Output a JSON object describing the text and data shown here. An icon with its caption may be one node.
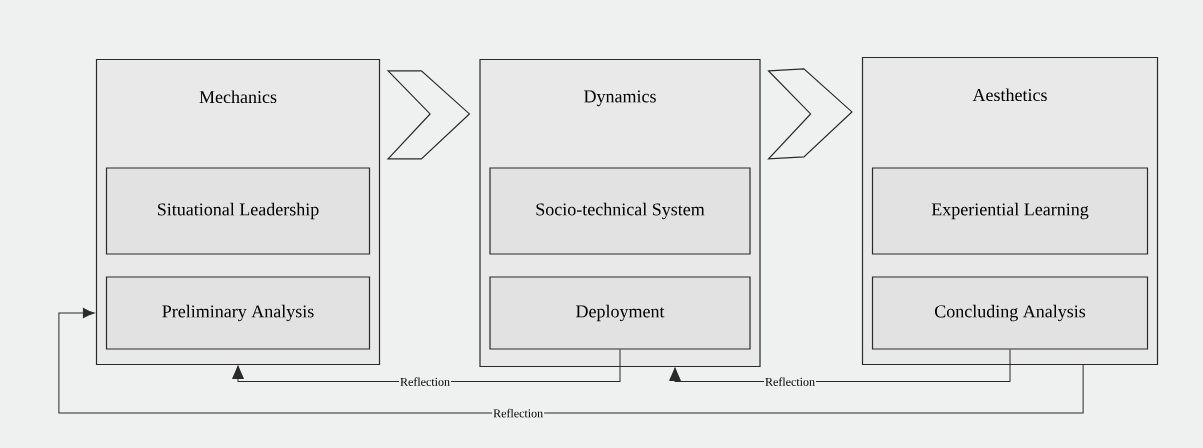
{
  "diagram": {
    "nodes": [
      {
        "text": [
          "Mechanics"
        ]
      },
      {
        "text": [
          "Situational Leadership"
        ],
        "in": 0
      },
      {
        "text": [
          "Preliminary Analysis"
        ],
        "in": 0
      },
      {
        "text": [
          "Dynamics"
        ]
      },
      {
        "text": [
          "Socio-technical System"
        ],
        "in": 3
      },
      {
        "text": [
          "Deployment"
        ],
        "in": 3
      },
      {
        "text": [
          "Aesthetics"
        ]
      },
      {
        "text": [
          "Experiential Learning"
        ],
        "in": 6
      },
      {
        "text": [
          "Concluding Analysis"
        ],
        "in": 6
      }
    ],
    "edges": [
      {
        "from": 0,
        "to": 3,
        "arrow": "to"
      },
      {
        "from": 3,
        "to": 6,
        "arrow": "to"
      },
      {
        "from": 5,
        "to": 0,
        "arrow": "to",
        "label": "Reflection"
      },
      {
        "from": 8,
        "to": 3,
        "arrow": "to",
        "label": "Reflection"
      },
      {
        "from": 6,
        "to": 0,
        "arrow": "to",
        "label": "Reflection"
      }
    ]
  }
}
